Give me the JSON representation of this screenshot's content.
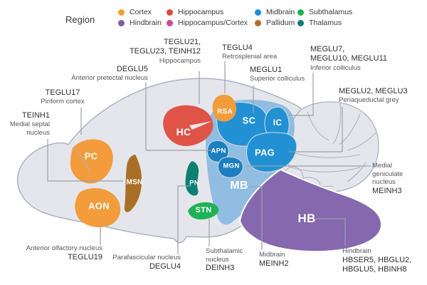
{
  "legend": {
    "title": "Region",
    "items": [
      {
        "label": "Cortex",
        "color": "#F59C30"
      },
      {
        "label": "Hippocampus",
        "color": "#E0493C"
      },
      {
        "label": "Midbrain",
        "color": "#1E8FD2"
      },
      {
        "label": "Subthalamus",
        "color": "#1CB04E"
      },
      {
        "label": "Hindbrain",
        "color": "#7B5EA7"
      },
      {
        "label": "Hippocampus/Cortex",
        "color": "#CE4697"
      },
      {
        "label": "Pallidum",
        "color": "#B06F2C"
      },
      {
        "label": "Thalamus",
        "color": "#107C7C"
      }
    ]
  },
  "palette": {
    "brain": "#E4E6EC",
    "brain_stroke": "#ACB2C1",
    "connector": "#9BA1AB",
    "cortex": "#F39C3B",
    "hippocampus": "#E05347",
    "midbrain": "#2191D4",
    "midbrain_dark": "#1C7FC2",
    "midbrain_light": "#90BDE1",
    "subthalamus": "#1FB254",
    "hindbrain": "#8568AE",
    "pallidum": "#A96F26",
    "thalamus": "#0D8074"
  },
  "annotations": [
    {
      "id": "teglu21-hippocampus",
      "lines": [
        {
          "text": "TEGLU21,"
        },
        {
          "text": "TEGLU23, TEINH12"
        },
        {
          "text": "Hippocampus"
        }
      ]
    },
    {
      "id": "teglu4-retrosplenial",
      "lines": [
        {
          "text": "TEGLU4"
        },
        {
          "text": "Retrosplenial area"
        }
      ]
    },
    {
      "id": "meglu7-inferior-colliculus",
      "lines": [
        {
          "text": "MEGLU7,"
        },
        {
          "text": "MEGLU10, MEGLU11"
        },
        {
          "text": "Inferior colliculus"
        }
      ]
    },
    {
      "id": "deglu5-anterior-pretectal",
      "lines": [
        {
          "text": "DEGLU5"
        },
        {
          "text": "Anterior pretectal nucleus"
        }
      ]
    },
    {
      "id": "meglu1-superior-colliculus",
      "lines": [
        {
          "text": "MEGLU1"
        },
        {
          "text": "Superior colliculus"
        }
      ]
    },
    {
      "id": "meglu2-periaqueductal",
      "lines": [
        {
          "text": "MEGLU2, MEGLU3"
        },
        {
          "text": "Periaqueductal grey"
        }
      ]
    },
    {
      "id": "teglu17-piriform",
      "lines": [
        {
          "text": "TEGLU17"
        },
        {
          "text": "Piriform cortex"
        }
      ]
    },
    {
      "id": "teinh1-medial-septal",
      "lines": [
        {
          "text": "TEINH1"
        },
        {
          "text": "Medial septal"
        },
        {
          "text": "nucleus"
        }
      ]
    },
    {
      "id": "meinh3-medial-geniculate",
      "lines": [
        {
          "text": "Medial"
        },
        {
          "text": "geniculate"
        },
        {
          "text": "nucleus"
        },
        {
          "text": "MEINH3"
        }
      ]
    },
    {
      "id": "meinh2-midbrain",
      "lines": [
        {
          "text": "Midbrain"
        },
        {
          "text": "MEINH2"
        }
      ]
    },
    {
      "id": "hindbrain-clusters",
      "lines": [
        {
          "text": "Hindbrain"
        },
        {
          "text": "HBSER5, HBGLU2,"
        },
        {
          "text": "HBGLU5, HBINH8"
        }
      ]
    },
    {
      "id": "deinh3-subthalamic",
      "lines": [
        {
          "text": "Subthalamic"
        },
        {
          "text": "nucleus"
        },
        {
          "text": "DEINH3"
        }
      ]
    },
    {
      "id": "deglu4-parafascicular",
      "lines": [
        {
          "text": "Parafascicular nucleus"
        },
        {
          "text": "DEGLU4"
        }
      ]
    },
    {
      "id": "teglu19-anterior-olfactory",
      "lines": [
        {
          "text": "Anterior olfactory nucleus"
        },
        {
          "text": "TEGLU19"
        }
      ]
    }
  ],
  "regions": [
    {
      "abbr": "PC"
    },
    {
      "abbr": "AON"
    },
    {
      "abbr": "MSN"
    },
    {
      "abbr": "HC"
    },
    {
      "abbr": "RSA"
    },
    {
      "abbr": "SC"
    },
    {
      "abbr": "IC"
    },
    {
      "abbr": "APN"
    },
    {
      "abbr": "MGN"
    },
    {
      "abbr": "PAG"
    },
    {
      "abbr": "MB"
    },
    {
      "abbr": "PN"
    },
    {
      "abbr": "STN"
    },
    {
      "abbr": "HB"
    }
  ]
}
